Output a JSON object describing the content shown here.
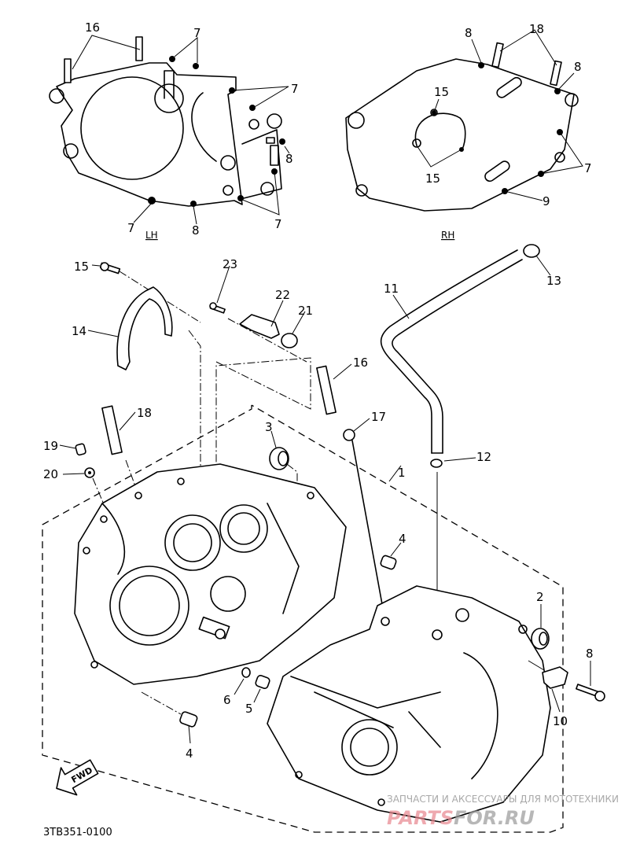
{
  "diagram": {
    "title_code": "3TB351-0100",
    "view_labels": {
      "left": "LH",
      "right": "RH"
    },
    "direction_label": "FWD",
    "callouts": {
      "lh_gasket": [
        "16",
        "7",
        "7",
        "7",
        "8",
        "7",
        "8",
        "7"
      ],
      "rh_gasket": [
        "8",
        "18",
        "8",
        "15",
        "15",
        "7",
        "9"
      ],
      "middle": [
        "15",
        "23",
        "22",
        "21",
        "11",
        "13",
        "14",
        "16",
        "18",
        "17",
        "12",
        "19",
        "20",
        "3",
        "1",
        "4",
        "2",
        "8",
        "6",
        "5",
        "10",
        "4"
      ]
    }
  },
  "watermark": {
    "tagline": "ЗАПЧАСТИ И АКСЕССУАРЫ ДЛЯ МОТОТЕХНИКИ",
    "brand_part1": "PARTS",
    "brand_part2": "FOR.RU",
    "colors": {
      "part1": "#e8868e",
      "part2": "#9a9a9a"
    }
  }
}
